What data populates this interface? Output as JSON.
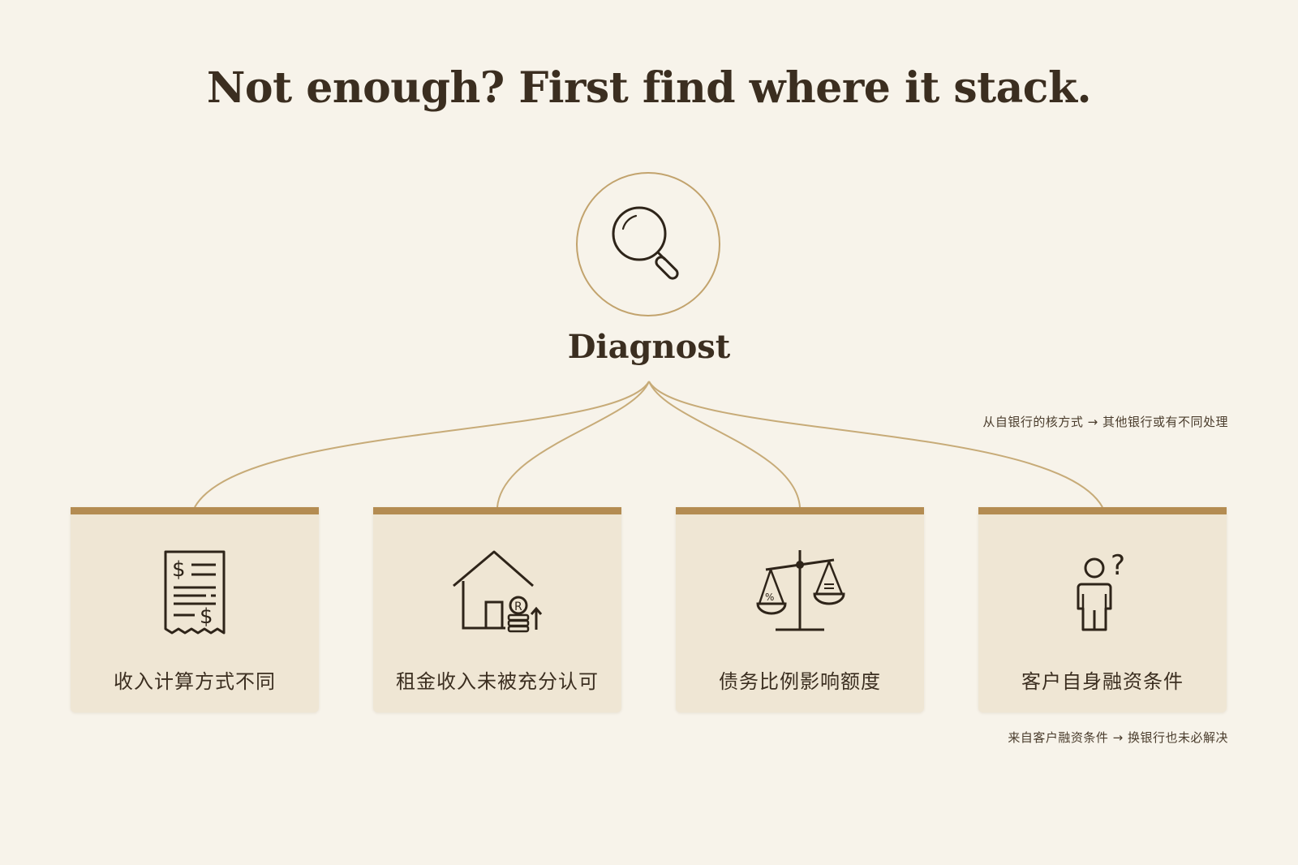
{
  "title": "Not enough? First find where it stack.",
  "hub": {
    "label": "Diagnost",
    "icon": "magnifier-icon"
  },
  "notes": {
    "top": "从自银行的核方式 → 其他银行或有不同处理",
    "bottom": "来自客户融资条件 → 换银行也未必解决"
  },
  "cards": [
    {
      "label": "收入计算方式不同",
      "icon": "receipt-icon"
    },
    {
      "label": "租金收入未被充分认可",
      "icon": "house-coins-icon"
    },
    {
      "label": "债务比例影响额度",
      "icon": "balance-scale-icon"
    },
    {
      "label": "客户自身融资条件",
      "icon": "person-question-icon"
    }
  ],
  "colors": {
    "background": "#f7f3ea",
    "accent": "#b48c52",
    "card": "#efe6d4",
    "text": "#3b2e20",
    "line": "#c7ab78"
  }
}
